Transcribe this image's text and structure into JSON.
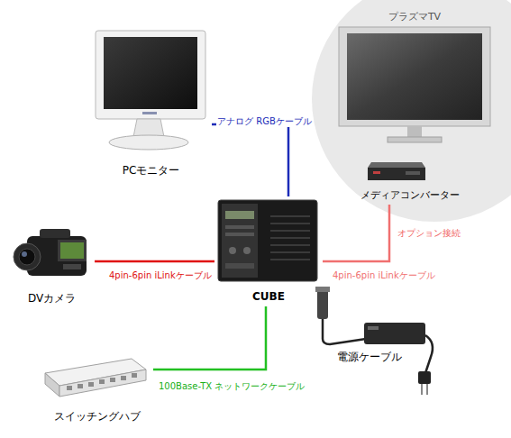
{
  "diagram": {
    "nodes": [
      {
        "text": [
          "PCモニター"
        ]
      },
      {
        "text": [
          "プラズマTV"
        ]
      },
      {
        "text": [
          "メディアコンバーター"
        ]
      },
      {
        "text": [
          "DVカメラ"
        ]
      },
      {
        "text": [
          "CUBE"
        ]
      },
      {
        "text": [
          "電源ケーブル"
        ]
      },
      {
        "text": [
          "スイッチングハブ"
        ]
      }
    ],
    "edges": [
      {
        "from": 0,
        "to": 4,
        "label": "アナログ RGBケーブル",
        "arrow": "none"
      },
      {
        "from": 3,
        "to": 4,
        "label": "4pin-6pin iLinkケーブル",
        "arrow": "none"
      },
      {
        "from": 4,
        "to": 2,
        "label": "4pin-6pin iLinkケーブル",
        "arrow": "none"
      },
      {
        "from": 4,
        "to": 6,
        "label": "100Base-TX ネットワークケーブル",
        "arrow": "none"
      }
    ],
    "labels": [
      "オプション接続"
    ]
  }
}
